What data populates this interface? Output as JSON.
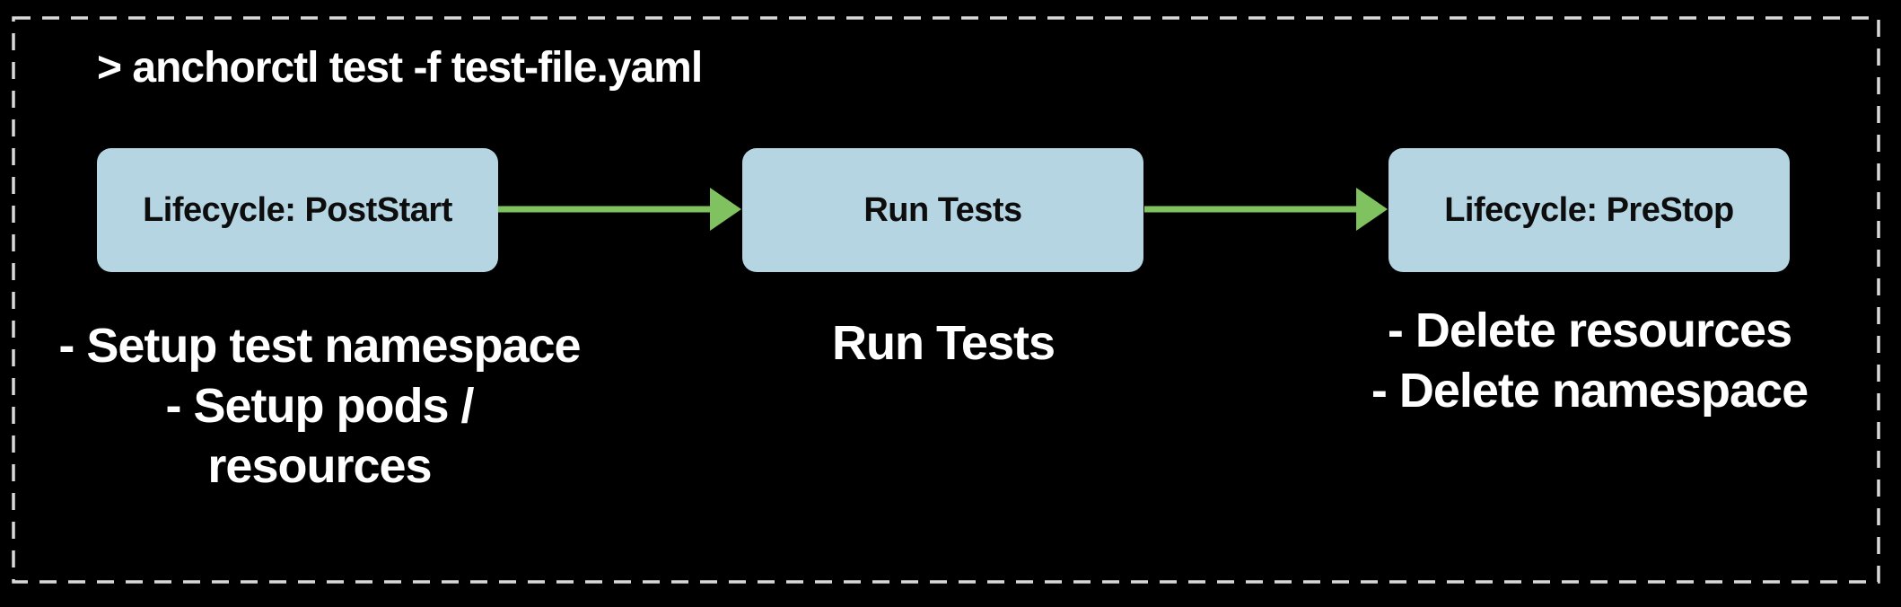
{
  "terminal": {
    "command": "> anchorctl test -f test-file.yaml"
  },
  "flow": {
    "steps": [
      {
        "id": "lifecycle-poststart",
        "box_label": "Lifecycle: PostStart",
        "description": "- Setup test namespace\n- Setup pods /\nresources"
      },
      {
        "id": "run-tests",
        "box_label": "Run Tests",
        "description": "Run Tests"
      },
      {
        "id": "lifecycle-prestop",
        "box_label": "Lifecycle: PreStop",
        "description": "- Delete resources\n- Delete namespace"
      }
    ]
  },
  "colors": {
    "background": "#000000",
    "frame_dash": "#d9d9d9",
    "box_fill": "#b5d5e2",
    "box_text": "#0d0d0d",
    "arrow_green": "#7fc25f",
    "description_text": "#ffffff"
  }
}
